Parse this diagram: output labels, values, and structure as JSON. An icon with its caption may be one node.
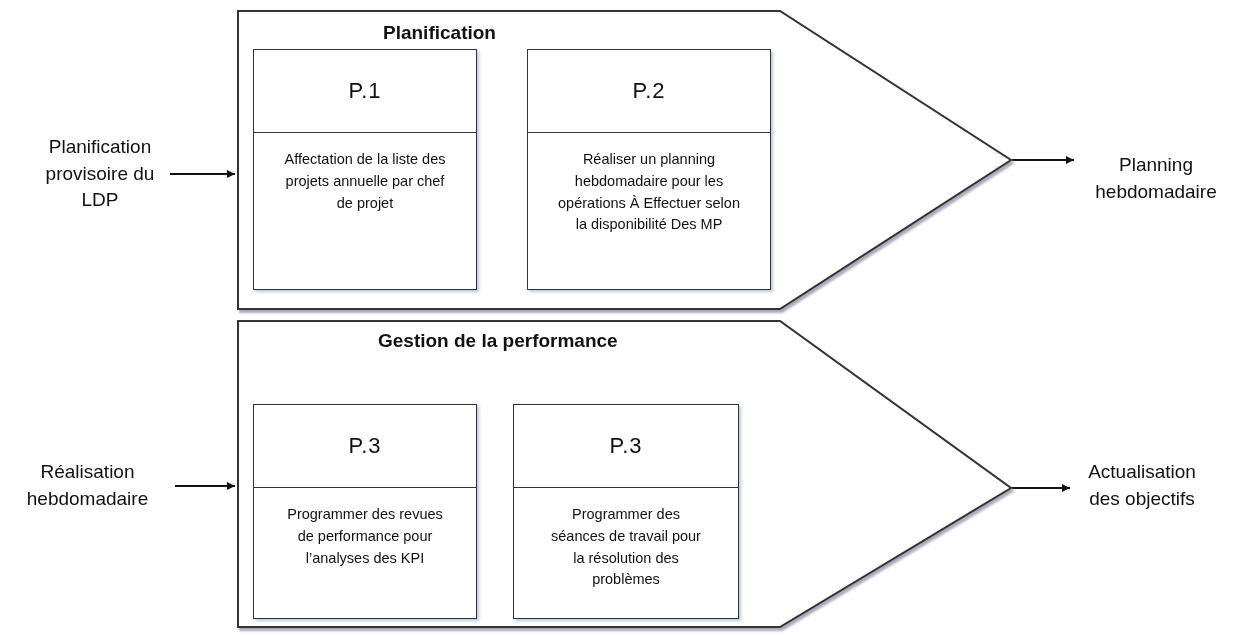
{
  "diagram": {
    "nodes": [
      {
        "text": [
          "Planification"
        ]
      },
      {
        "text": [
          "P.1",
          "Affectation de la liste des projets annuelle par chef de projet"
        ],
        "in": 0
      },
      {
        "text": [
          "P.2",
          "Réaliser un planning hebdomadaire pour les opérations À Effectuer selon la disponibilité Des MP"
        ],
        "in": 0
      },
      {
        "text": [
          "Gestion de la performance"
        ]
      },
      {
        "text": [
          "P.3",
          "Programmer des revues de performance pour l’analyses des KPI"
        ],
        "in": 3
      },
      {
        "text": [
          "P.3",
          "Programmer des séances de travail pour la résolution des problèmes"
        ],
        "in": 3
      },
      {
        "text": [
          "Planification provisoire du LDP"
        ]
      },
      {
        "text": [
          "Planning hebdomadaire"
        ]
      },
      {
        "text": [
          "Réalisation hebdomadaire"
        ]
      },
      {
        "text": [
          "Actualisation des objectifs"
        ]
      }
    ],
    "edges": [
      {
        "from": 6,
        "to": 0,
        "arrow": "to"
      },
      {
        "from": 0,
        "to": 7,
        "arrow": "to"
      },
      {
        "from": 8,
        "to": 3,
        "arrow": "to"
      },
      {
        "from": 3,
        "to": 9,
        "arrow": "to"
      }
    ]
  }
}
